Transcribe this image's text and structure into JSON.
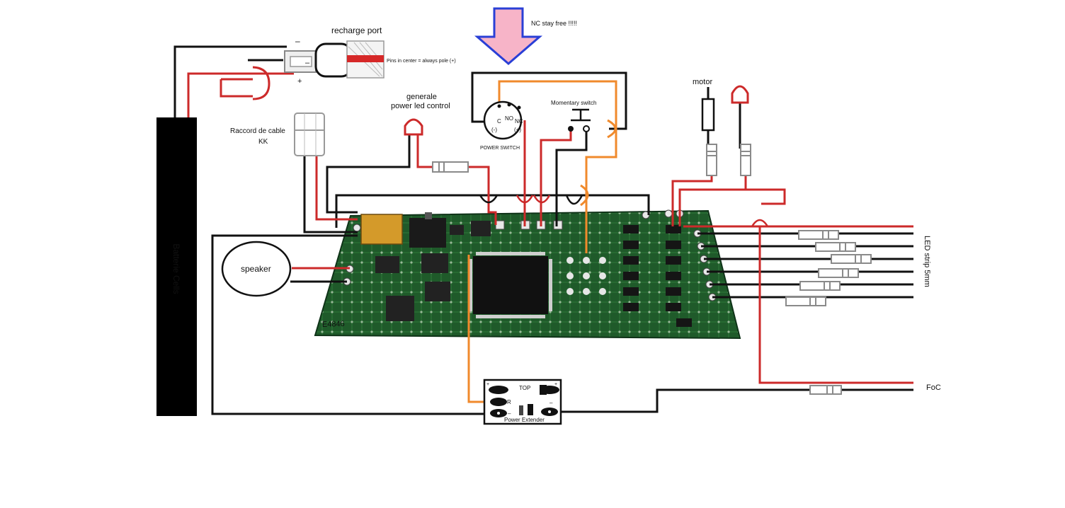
{
  "labels": {
    "nc_warning": "NC stay free !!!!!",
    "recharge_port": "recharge port",
    "minus_top": "–",
    "minus_inner": "–",
    "plus": "+",
    "pins_center": "Pins in center = always pole (+)",
    "raccord_line1": "Raccord de cable",
    "raccord_line2": "KK",
    "generale_line1": "generale",
    "generale_line2": "power led control",
    "ps_c": "C",
    "ps_no": "NO",
    "ps_nc": "NC",
    "ps_minus": "(-)",
    "ps_plus": "(+)",
    "power_switch": "POWER SWITCH",
    "momentary_switch": "Momentary switch",
    "motor": "motor",
    "batterie": "Batterie Cells",
    "speaker": "speaker",
    "led_strip": "LED strip  5mm",
    "foc": "FoC",
    "pe_top": "TOP",
    "pe_r": "R",
    "pe_minus_left": "–",
    "pe_minus_right": "–",
    "pe_plus_left": "+",
    "pe_plus_right": "+",
    "pe_name": "Power Extender",
    "board_code": "E4846"
  },
  "colors": {
    "wire_black": "#111111",
    "wire_red": "#cc2a2a",
    "wire_orange": "#f08a2c",
    "arrow_fill": "#f7b4c8",
    "arrow_stroke": "#2a3fd6",
    "warning_text": "#d42020",
    "pcb_green": "#1f5a2a",
    "resistor_grey": "#8a8a8a",
    "battery": "#000000"
  }
}
